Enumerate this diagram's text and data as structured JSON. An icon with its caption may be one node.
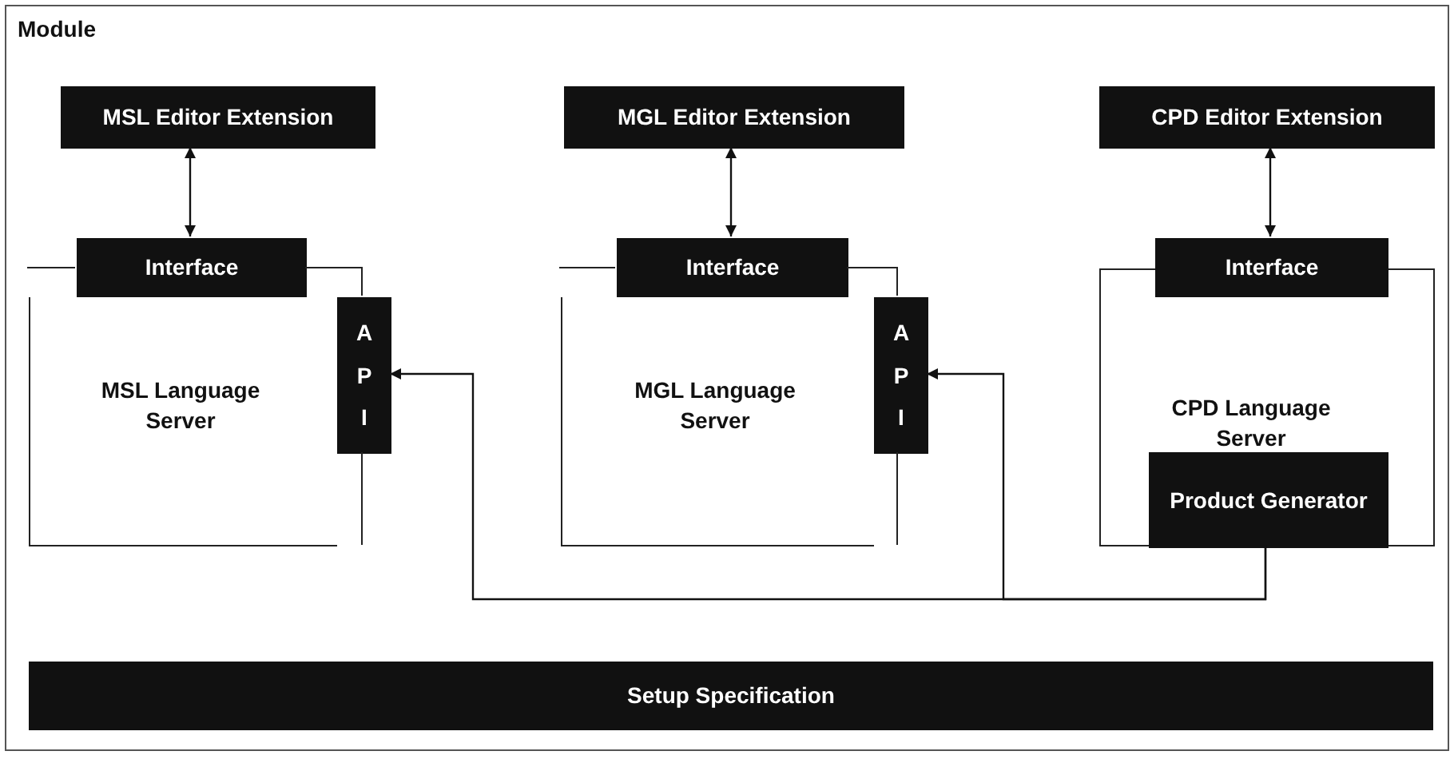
{
  "diagram": {
    "nodes": [
      {
        "text": [
          "Module"
        ]
      },
      {
        "text": [
          "MSL Editor Extension"
        ],
        "in": 0
      },
      {
        "text": [
          "MGL Editor Extension"
        ],
        "in": 0
      },
      {
        "text": [
          "CPD Editor Extension"
        ],
        "in": 0
      },
      {
        "text": [
          "MSL Language Server"
        ],
        "in": 0
      },
      {
        "text": [
          "Interface"
        ],
        "in": 0
      },
      {
        "text": [
          "API"
        ],
        "in": 0
      },
      {
        "text": [
          "MGL Language Server"
        ],
        "in": 0
      },
      {
        "text": [
          "Interface"
        ],
        "in": 0
      },
      {
        "text": [
          "API"
        ],
        "in": 0
      },
      {
        "text": [
          "CPD Language Server"
        ],
        "in": 0
      },
      {
        "text": [
          "Interface"
        ],
        "in": 0
      },
      {
        "text": [
          "Product Generator"
        ],
        "in": 10
      },
      {
        "text": [
          "Setup Specification"
        ],
        "in": 0
      }
    ],
    "edges": [
      {
        "from": 1,
        "to": 5,
        "arrow": "both"
      },
      {
        "from": 2,
        "to": 8,
        "arrow": "both"
      },
      {
        "from": 3,
        "to": 11,
        "arrow": "both"
      },
      {
        "from": 12,
        "to": 6,
        "arrow": "to"
      },
      {
        "from": 12,
        "to": 9,
        "arrow": "to"
      }
    ]
  }
}
